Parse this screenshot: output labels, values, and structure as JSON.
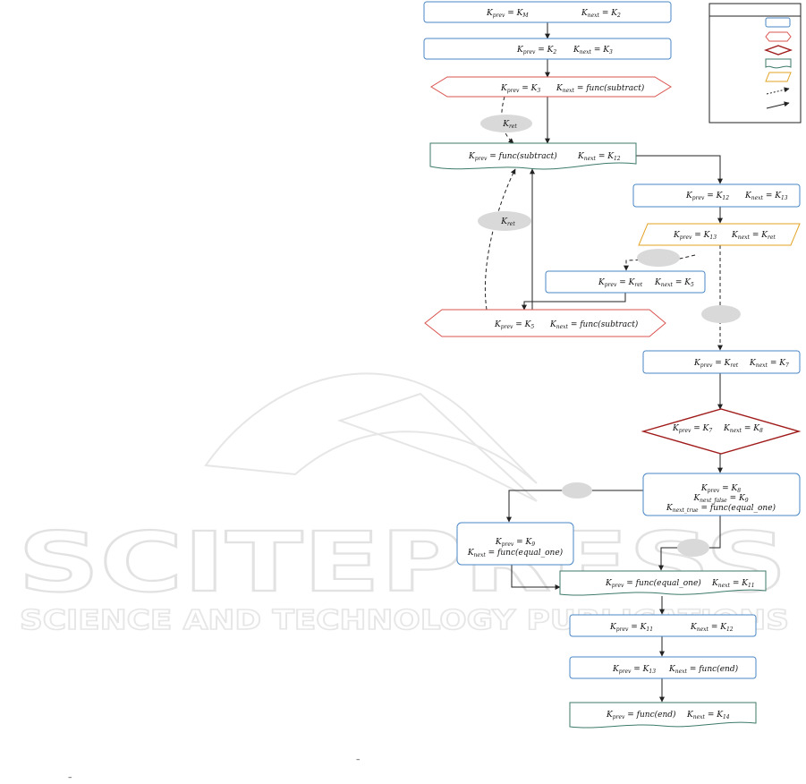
{
  "watermark": {
    "title": "SCITEPRESS",
    "subtitle": "SCIENCE AND TECHNOLOGY PUBLICATIONS"
  },
  "colors": {
    "blue_border": "#4a86c5",
    "red_border": "#d9534f",
    "dark_red_border": "#a01c1c",
    "green_border": "#3d7a6a",
    "orange_border": "#e3a324",
    "line": "#222222",
    "oval": "#d9d9d9"
  },
  "legend": {
    "header": "",
    "symbols": [
      "blue-rect-icon",
      "red-hexagon-icon",
      "red-diamond-icon",
      "green-wave-icon",
      "orange-parallelogram-icon",
      "dashed-arrow-icon",
      "solid-arrow-icon"
    ]
  },
  "nodes": {
    "n1": {
      "a": [
        "K",
        "prev",
        " = K",
        "M"
      ],
      "b": [
        "K",
        "next",
        " = K",
        "2"
      ]
    },
    "n2": {
      "a": [
        "K",
        "prev",
        " = K",
        "2"
      ],
      "b": [
        "K",
        "next",
        " = K",
        "3"
      ]
    },
    "n3": {
      "a": [
        "K",
        "prev",
        " = K",
        "3"
      ],
      "b": [
        "K",
        "next",
        " = func(subtract)",
        ""
      ]
    },
    "n4": {
      "a": [
        "K",
        "prev",
        " = func(subtract)",
        ""
      ],
      "b": [
        "K",
        "next",
        " = K",
        "12"
      ]
    },
    "n5": {
      "a": [
        "K",
        "prev",
        " = K",
        "12"
      ],
      "b": [
        "K",
        "next",
        " = K",
        "13"
      ]
    },
    "n6": {
      "a": [
        "K",
        "prev",
        " = K",
        "13"
      ],
      "b": [
        "K",
        "next",
        " = K",
        "ret"
      ]
    },
    "n7": {
      "a": [
        "K",
        "prev",
        " = K",
        "ret"
      ],
      "b": [
        "K",
        "next",
        " = K",
        "5"
      ]
    },
    "n8": {
      "a": [
        "K",
        "prev",
        " = K",
        "5"
      ],
      "b": [
        "K",
        "next",
        " = func(subtract)",
        ""
      ]
    },
    "n9": {
      "a": [
        "K",
        "prev",
        " = K",
        "ret"
      ],
      "b": [
        "K",
        "next",
        " = K",
        "7"
      ]
    },
    "n10": {
      "a": [
        "K",
        "prev",
        " = K",
        "7"
      ],
      "b": [
        "K",
        "next",
        " = K",
        "8"
      ]
    },
    "n11": {
      "l1": [
        "K",
        "prev",
        " = K",
        "8"
      ],
      "l2": [
        "K",
        "next_false",
        " = K",
        "9"
      ],
      "l3": [
        "K",
        "next_true",
        " = func(equal_one)",
        ""
      ]
    },
    "n12": {
      "l1": [
        "K",
        "prev",
        " = K",
        "9"
      ],
      "l2": [
        "K",
        "next",
        " = func(equal_one)",
        ""
      ]
    },
    "n13": {
      "a": [
        "K",
        "prev",
        " = func(equal_one)",
        ""
      ],
      "b": [
        "K",
        "next",
        " = K",
        "11"
      ]
    },
    "n14": {
      "a": [
        "K",
        "prev",
        " = K",
        "11"
      ],
      "b": [
        "K",
        "next",
        " = K",
        "12"
      ]
    },
    "n15": {
      "a": [
        "K",
        "prev",
        " = K",
        "13"
      ],
      "b": [
        "K",
        "next",
        " = func(end)",
        ""
      ]
    },
    "n16": {
      "a": [
        "K",
        "prev",
        " = func(end)",
        ""
      ],
      "b": [
        "K",
        "next",
        " = K",
        "14"
      ]
    }
  },
  "edge_labels": {
    "kret_1": [
      "K",
      "ret"
    ],
    "kret_2": [
      "K",
      "ret"
    ]
  },
  "stray_marks": {
    "mark_1": "–",
    "mark_2": "–"
  }
}
